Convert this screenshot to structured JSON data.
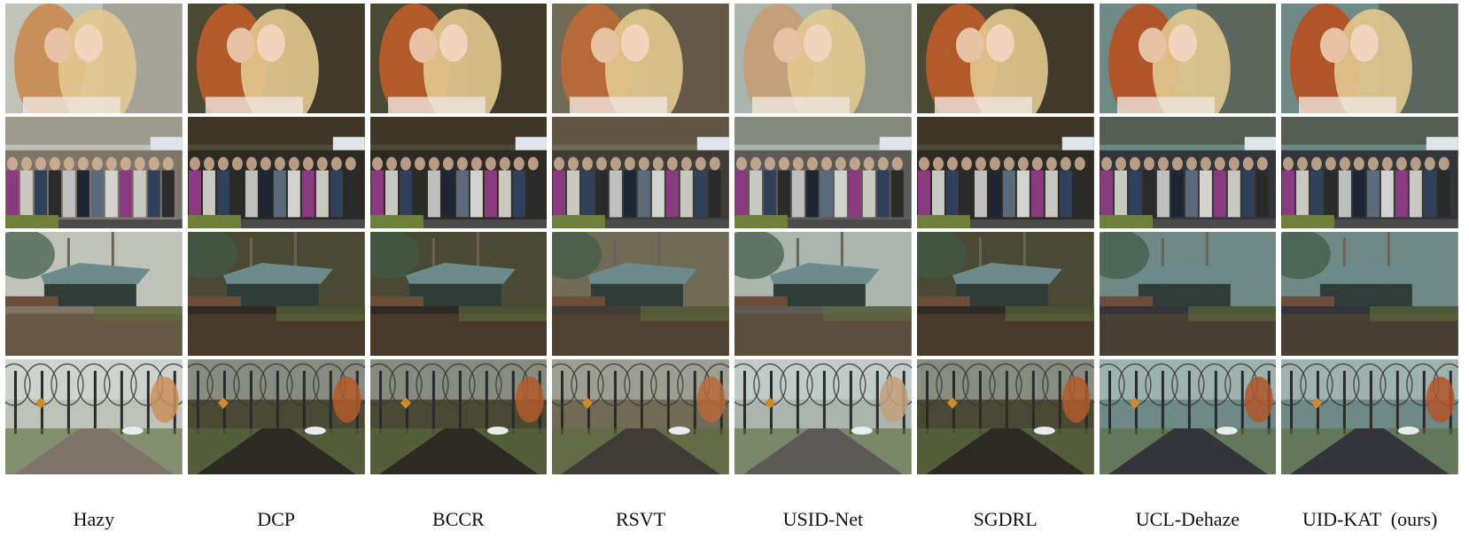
{
  "columns": [
    {
      "label": "Hazy",
      "tone": "hazy"
    },
    {
      "label": "DCP",
      "tone": "dark"
    },
    {
      "label": "BCCR",
      "tone": "dark"
    },
    {
      "label": "RSVT",
      "tone": "mid"
    },
    {
      "label": "USID-Net",
      "tone": "light"
    },
    {
      "label": "SGDRL",
      "tone": "dark"
    },
    {
      "label": "UCL-Dehaze",
      "tone": "crisp"
    },
    {
      "label": "UID-KAT  (ours)",
      "tone": "crisp"
    }
  ],
  "rows": [
    {
      "scene": "portrait",
      "content": "two women with long hair"
    },
    {
      "scene": "crowd",
      "content": "crowd of people in front of a building"
    },
    {
      "scene": "house",
      "content": "house among trees in fog"
    },
    {
      "scene": "street",
      "content": "tree-lined street with a car and road sign"
    }
  ],
  "tone_colors": {
    "hazy": {
      "sky": "#bfc2b8",
      "mid": "#8f8a7c",
      "ground": "#7e7468",
      "accent": "#c98f5a"
    },
    "dark": {
      "sky": "#4a4a34",
      "mid": "#3a2e22",
      "ground": "#2d2a24",
      "accent": "#b35a2a"
    },
    "mid": {
      "sky": "#6f6b55",
      "mid": "#5a4a3a",
      "ground": "#3f3c37",
      "accent": "#b8693a"
    },
    "light": {
      "sky": "#a9b5ad",
      "mid": "#78786a",
      "ground": "#5c5a56",
      "accent": "#c4a07a"
    },
    "crisp": {
      "sky": "#6f8a86",
      "mid": "#4a4a3c",
      "ground": "#33353a",
      "accent": "#b0552a"
    }
  }
}
